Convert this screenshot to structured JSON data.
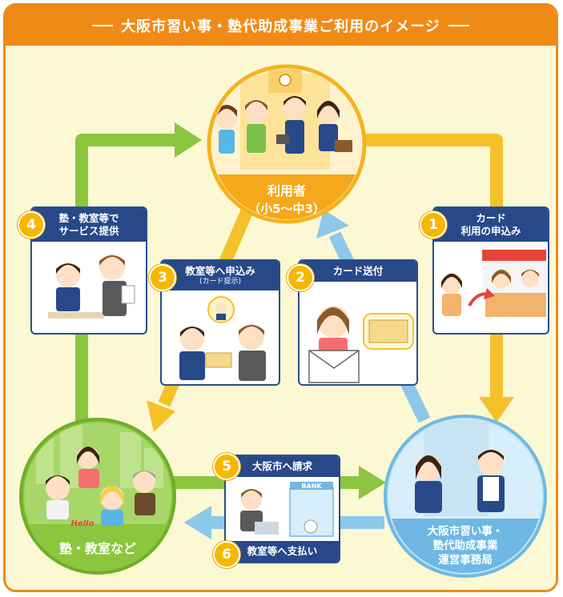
{
  "title": "大阪市習い事・塾代助成事業ご利用のイメージ",
  "nodes": {
    "users": {
      "label": "利用者",
      "sub": "（小5〜中3）"
    },
    "juku": {
      "label": "塾・教室など"
    },
    "office": {
      "line1": "大阪市習い事・",
      "line2": "塾代助成事業",
      "line3": "運営事務局"
    }
  },
  "steps": [
    {
      "num": "1",
      "line1": "カード",
      "line2": "利用の申込み"
    },
    {
      "num": "2",
      "line1": "カード送付"
    },
    {
      "num": "3",
      "line1": "教室等へ申込み",
      "note": "(カード提示)"
    },
    {
      "num": "4",
      "line1": "塾・教室等で",
      "line2": "サービス提供"
    },
    {
      "num": "5",
      "line1": "大阪市へ請求"
    },
    {
      "num": "6",
      "line1": "教室等へ支払い"
    }
  ],
  "illustration_text": {
    "bank": "BANK",
    "hello": "Hello"
  },
  "colors": {
    "orange": "#f08a16",
    "yellow": "#f5c12b",
    "green": "#8cc63f",
    "blue": "#8cc8ea",
    "navy": "#27498a",
    "badge": "#f5b800",
    "bg": "#fbf8d3"
  }
}
